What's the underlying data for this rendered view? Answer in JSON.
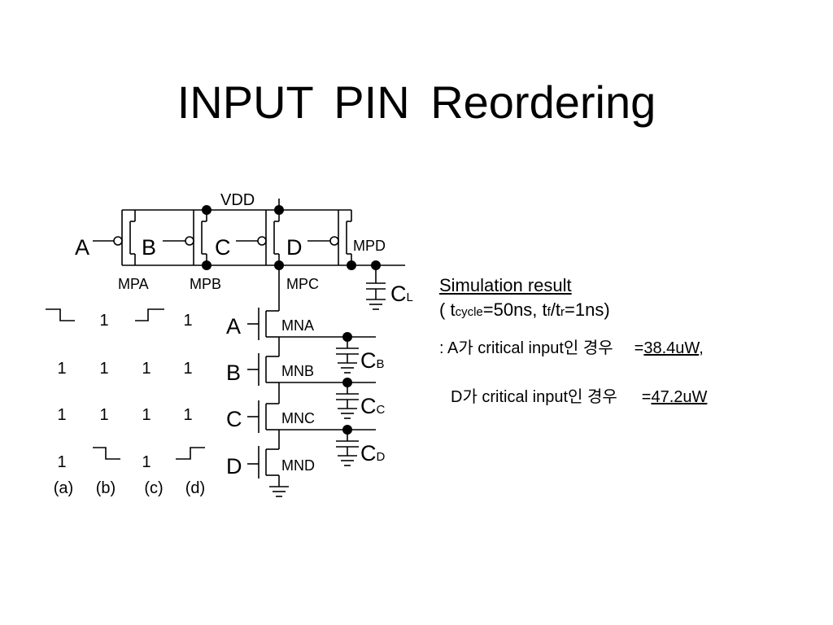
{
  "title": "INPUT  PIN  Reordering",
  "circuit": {
    "vdd": "VDD",
    "pmos_inputs": [
      "A",
      "B",
      "C",
      "D"
    ],
    "pmos_names": [
      "MPA",
      "MPB",
      "MPC",
      "MPD"
    ],
    "nmos_inputs": [
      "A",
      "B",
      "C",
      "D"
    ],
    "nmos_names": [
      "MNA",
      "MNB",
      "MNC",
      "MND"
    ],
    "load_cap": {
      "letter": "C",
      "sub": "L"
    },
    "node_caps": [
      {
        "letter": "C",
        "sub": "B"
      },
      {
        "letter": "C",
        "sub": "C"
      },
      {
        "letter": "C",
        "sub": "D"
      }
    ]
  },
  "table": {
    "rows": [
      [
        "",
        "1",
        "",
        "1"
      ],
      [
        "1",
        "1",
        "1",
        "1"
      ],
      [
        "1",
        "1",
        "1",
        "1"
      ],
      [
        "1",
        "",
        "1",
        ""
      ]
    ],
    "headers": [
      "(a)",
      "(b)",
      "(c)",
      "(d)"
    ]
  },
  "simulation": {
    "heading": "Simulation result",
    "param_open": "( t",
    "cycle_sub": "cycle",
    "param_mid": "=50ns, t",
    "f_sub": "f",
    "slash_t": "/t",
    "r_sub": "r",
    "param_end": "=1ns)",
    "line1_prefix": ": A가 critical input인 경우",
    "eq": "=",
    "line1_value": "38.4uW",
    "line1_suffix": ",",
    "line2_prefix": "D가 critical input인 경우",
    "line2_value": "47.2uW"
  }
}
